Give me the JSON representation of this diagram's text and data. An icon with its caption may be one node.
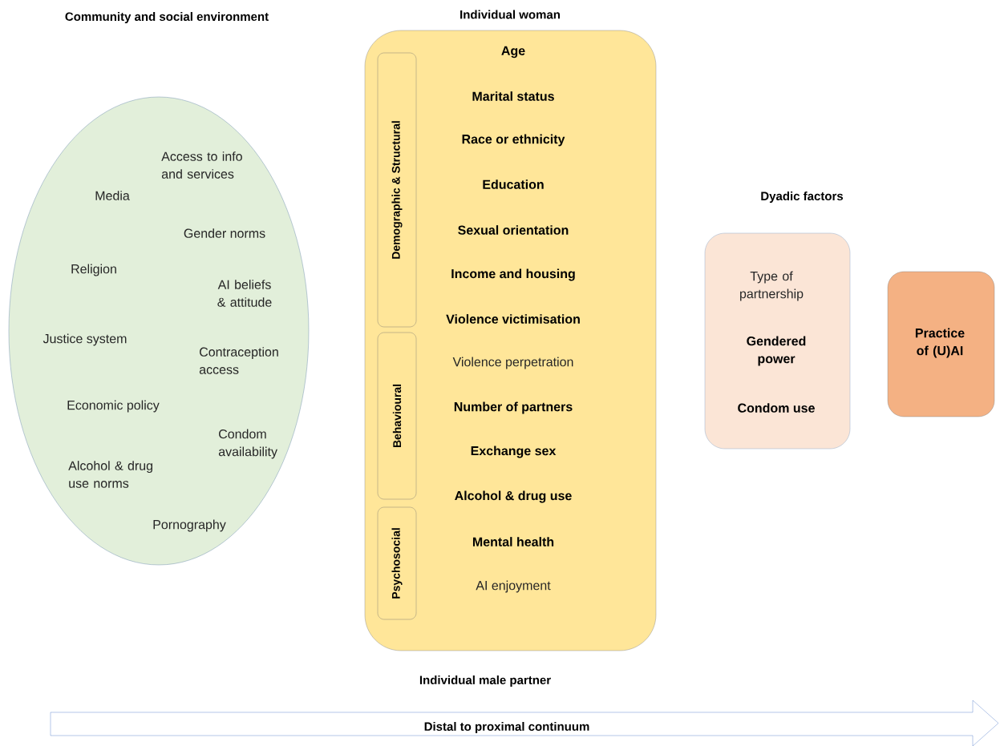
{
  "diagram": {
    "nodes": [
      {
        "text": [
          "Access to info and services",
          "Media",
          "Gender norms",
          "Religion",
          "AI beliefs & attitude",
          "Justice system",
          "Contraception access",
          "Economic policy",
          "Condom availability",
          "Alcohol & drug use norms",
          "Pornography"
        ]
      },
      {
        "text": [
          "Individual woman",
          "Age",
          "Marital status",
          "Race or ethnicity",
          "Education",
          "Sexual orientation",
          "Income and housing",
          "Violence victimisation",
          "Violence perpetration",
          "Number of partners",
          "Exchange sex",
          "Alcohol & drug use",
          "Mental health",
          "AI enjoyment"
        ]
      },
      {
        "text": [
          "Demographic & Structural"
        ],
        "in": 1
      },
      {
        "text": [
          "Behavioural"
        ],
        "in": 1
      },
      {
        "text": [
          "Psychosocial"
        ],
        "in": 1
      },
      {
        "text": [
          "Dyadic factors",
          "Type of partnership",
          "Gendered power",
          "Condom use"
        ]
      },
      {
        "text": [
          "Practice of (U)AI"
        ]
      },
      {
        "text": [
          "Distal to proximal continuum"
        ]
      }
    ],
    "labels": [
      "Community and social environment",
      "Individual male partner"
    ]
  }
}
